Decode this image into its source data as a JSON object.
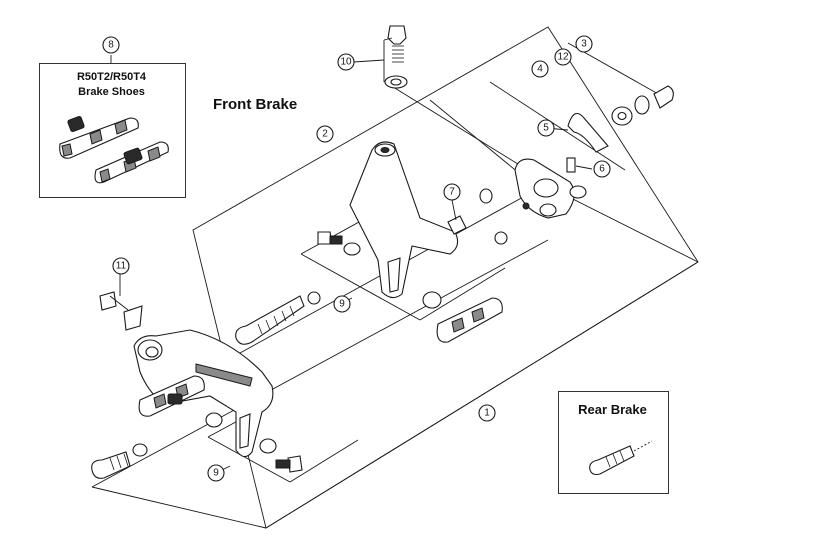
{
  "title": "Front Brake",
  "inset_shoes": {
    "callout": "8",
    "line1": "R50T2/R50T4",
    "line2": "Brake Shoes"
  },
  "inset_rear": {
    "title": "Rear Brake"
  },
  "callouts": {
    "c1": "1",
    "c2": "2",
    "c3": "3",
    "c4": "4",
    "c5": "5",
    "c6": "6",
    "c7": "7",
    "c9a": "9",
    "c9b": "9",
    "c10": "10",
    "c11": "11",
    "c12": "12"
  }
}
